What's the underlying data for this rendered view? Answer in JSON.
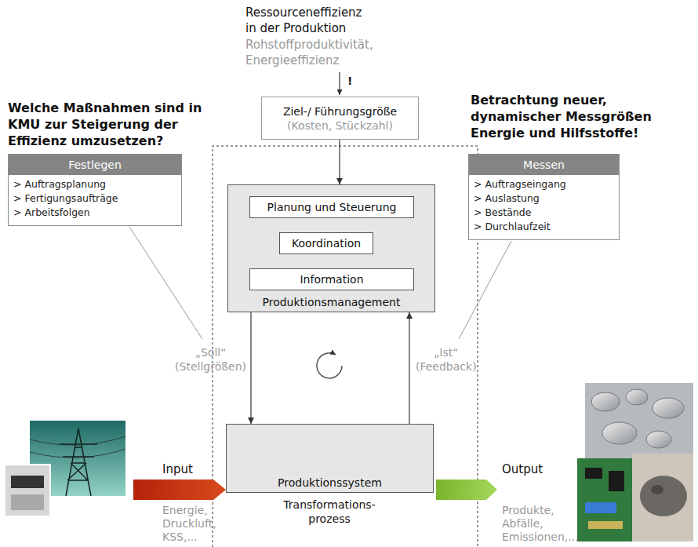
{
  "diagram": {
    "nodes": [
      {
        "text": [
          "Ziel-/ Führungsgröße",
          "(Kosten, Stückzahl)"
        ]
      },
      {
        "text": [
          "Festlegen",
          "> Auftragsplanung",
          "> Fertigungsaufträge",
          "> Arbeitsfolgen"
        ]
      },
      {
        "text": [
          "Produktionsmanagement"
        ]
      },
      {
        "text": [
          "Planung und Steuerung"
        ],
        "in": 2
      },
      {
        "text": [
          "Koordination"
        ],
        "in": 2
      },
      {
        "text": [
          "Information"
        ],
        "in": 2
      },
      {
        "text": [
          "Messen",
          "> Auftragseingang",
          "> Auslastung",
          "> Bestände",
          "> Durchlaufzeit"
        ]
      },
      {
        "text": [
          "Produktionssystem"
        ]
      }
    ],
    "edges": [
      {
        "from": 0,
        "to": 2,
        "arrow": "to"
      },
      {
        "from": 3,
        "to": 5,
        "arrow": "to"
      },
      {
        "from": 5,
        "to": 3,
        "arrow": "to"
      },
      {
        "from": 3,
        "to": 4,
        "arrow": "to"
      },
      {
        "from": 4,
        "to": 3,
        "arrow": "to"
      },
      {
        "from": 4,
        "to": 5,
        "arrow": "to"
      },
      {
        "from": 5,
        "to": 4,
        "arrow": "to"
      },
      {
        "from": 2,
        "to": 7,
        "label": "„Soll“ (Stellgrößen)",
        "arrow": "to"
      },
      {
        "from": 7,
        "to": 2,
        "label": "„Ist“ (Feedback)",
        "arrow": "to"
      }
    ],
    "labels": [
      "Ressourceneffizienz in der Produktion",
      "Rohstoffproduktivität, Energieeffizienz",
      "!",
      "Welche Maßnahmen sind in KMU zur Steigerung der Effizienz umzusetzen?",
      "Betrachtung neuer, dynamischer Messgrößen Energie und Hilfsstoffe!",
      "Transformations- prozess",
      "Input",
      "Energie, Druckluft, KSS,...",
      "Output",
      "Produkte, Abfälle, Emissionen,..."
    ]
  }
}
